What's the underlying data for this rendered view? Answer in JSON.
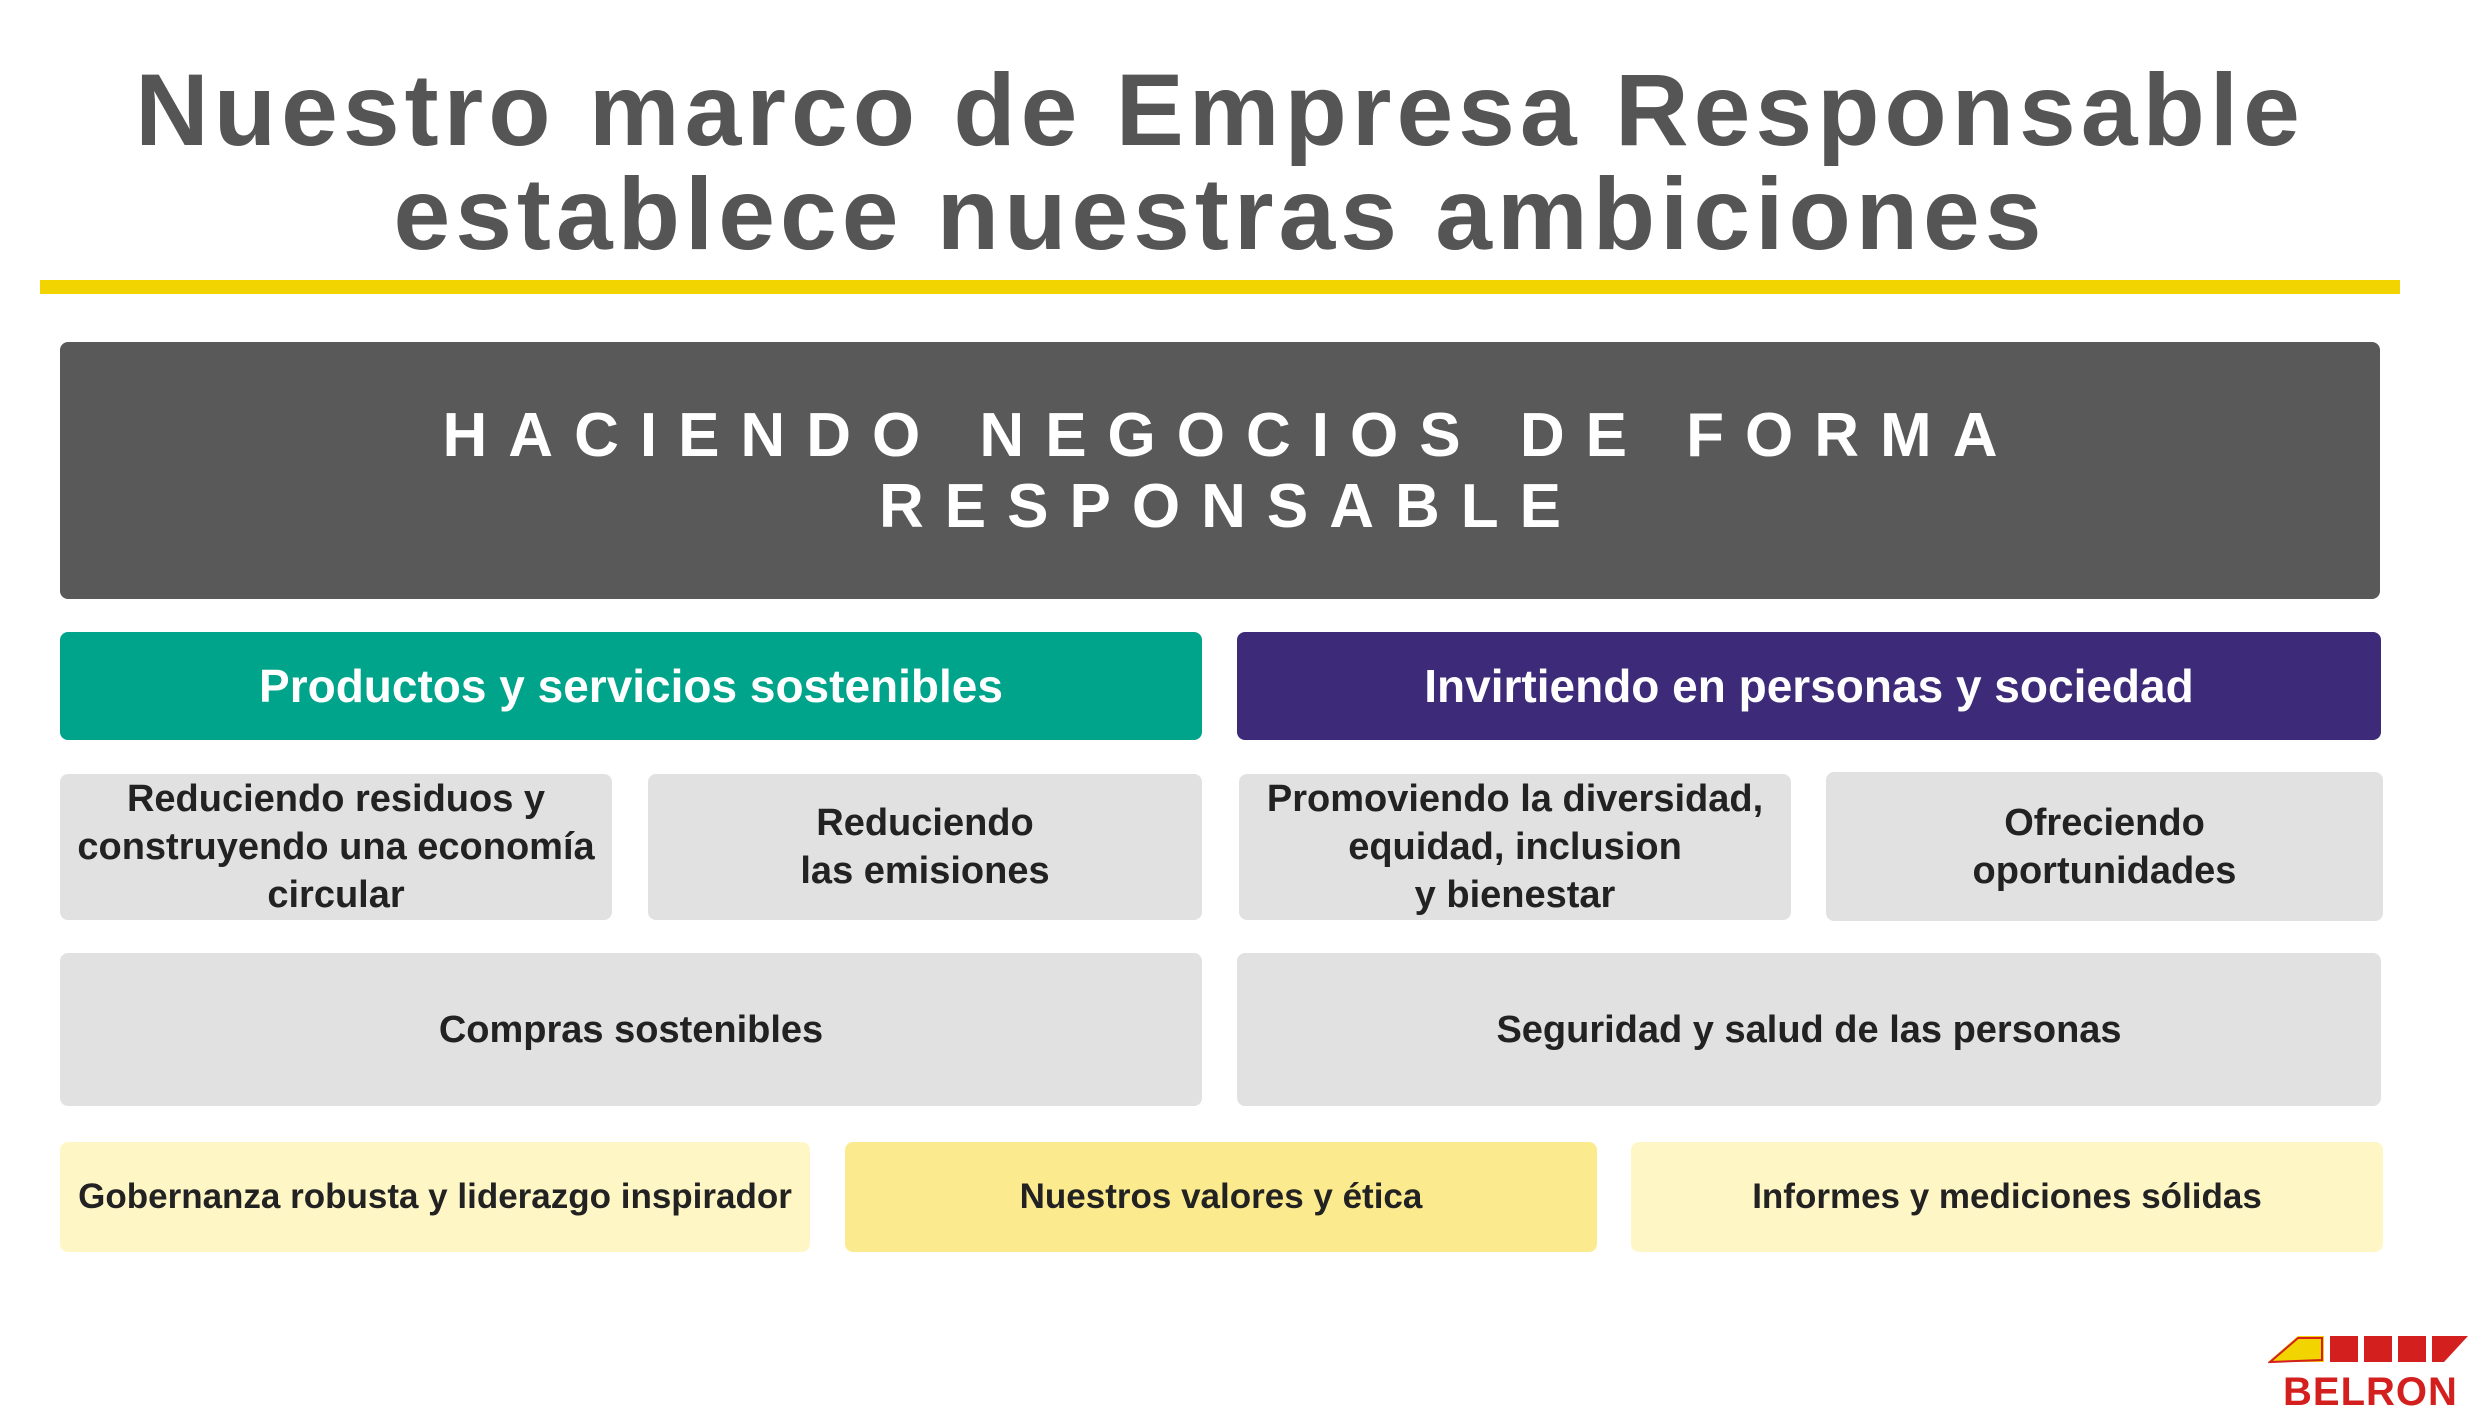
{
  "title": {
    "line1": "Nuestro marco de Empresa Responsable",
    "line2": "establece nuestras ambiciones"
  },
  "banner": "HACIENDO NEGOCIOS DE FORMA RESPONSABLE",
  "pillars": {
    "left": "Productos y servicios sostenibles",
    "right": "Invirtiendo en personas y sociedad"
  },
  "left_items": {
    "item1": [
      "Reduciendo residuos y",
      "construyendo una economía",
      "circular"
    ],
    "item2": [
      "Reduciendo",
      "las emisiones"
    ],
    "wide": "Compras sostenibles"
  },
  "right_items": {
    "item1": [
      "Promoviendo la diversidad,",
      "equidad, inclusion",
      "y bienestar"
    ],
    "item2": [
      "Ofreciendo",
      "oportunidades"
    ],
    "wide": "Seguridad y salud de las personas"
  },
  "foundations": [
    "Gobernanza robusta y liderazgo inspirador",
    "Nuestros valores y ética",
    "Informes y mediciones sólidas"
  ],
  "logo": {
    "text": "BELRON",
    "color": "#d3201f",
    "accent": "#f2d500"
  },
  "colors": {
    "green": "#00a48a",
    "purple": "#3d2a78",
    "banner": "#595959",
    "rule": "#f2d500"
  }
}
